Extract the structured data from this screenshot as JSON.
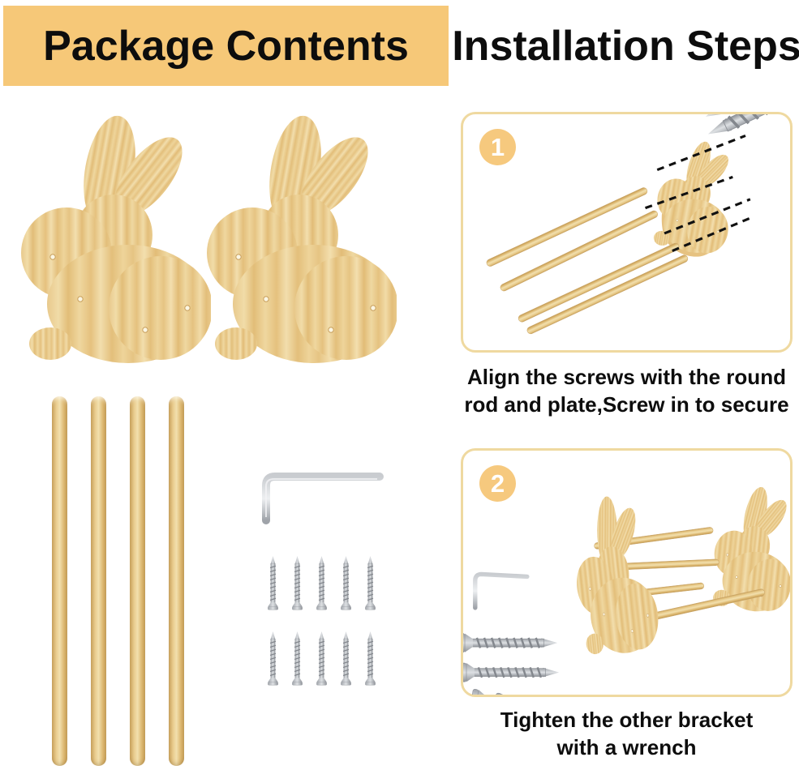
{
  "titles": {
    "package": "Package Contents",
    "installation": "Installation Steps"
  },
  "parts": {
    "bunny_brackets": 2,
    "wooden_rods": 4,
    "allen_wrench": 1,
    "screws": 10
  },
  "steps": [
    {
      "number": "1",
      "caption": [
        "Align the screws with the round",
        "rod and plate,Screw in to secure"
      ]
    },
    {
      "number": "2",
      "caption": [
        "Tighten the other bracket",
        "with a wrench"
      ]
    }
  ],
  "colors": {
    "header_bg": "#F6C878",
    "box_border": "#EFD9A0",
    "badge_bg": "#F6C97E",
    "badge_text": "#FFFFFF",
    "wood_light": "#F2E0AE",
    "wood_dark": "#C79F58",
    "metal": "#B9BDC2",
    "text": "#0D0D0D"
  }
}
